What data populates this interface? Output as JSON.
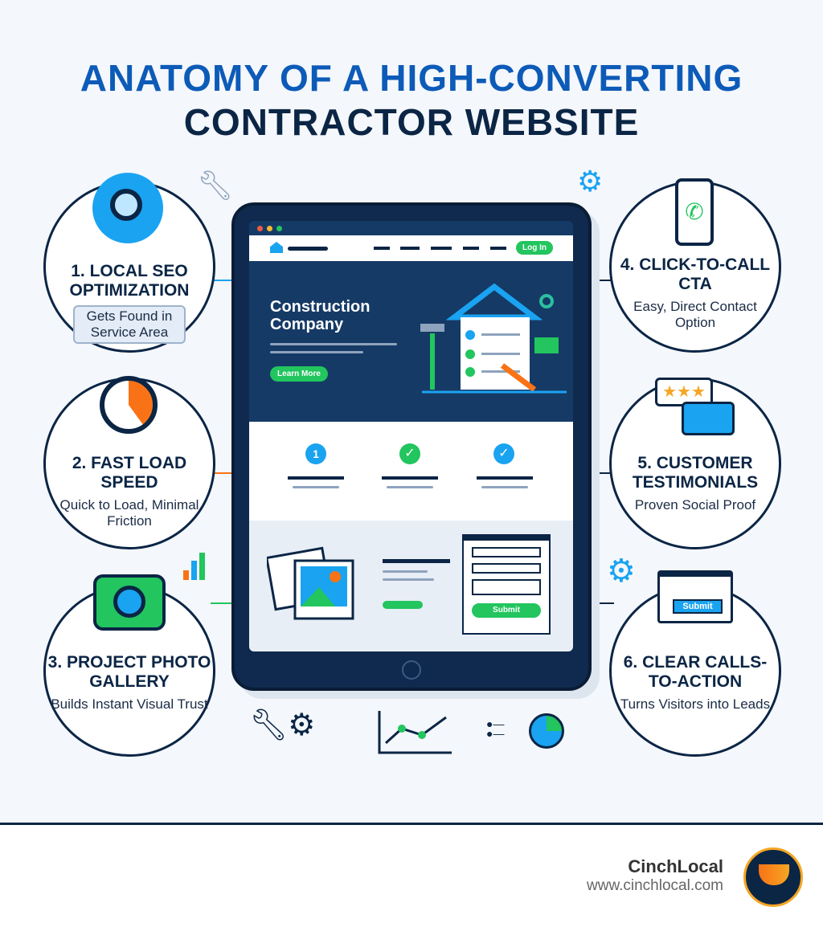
{
  "title": {
    "line1": "ANATOMY OF A HIGH-CONVERTING",
    "line2": "CONTRACTOR WEBSITE"
  },
  "features": [
    {
      "title": "1. LOCAL SEO OPTIMIZATION",
      "desc": "Gets Found in Service Area",
      "icon": "magnifier-icon"
    },
    {
      "title": "2. FAST LOAD SPEED",
      "desc": "Quick to Load, Minimal Friction",
      "icon": "stopwatch-icon"
    },
    {
      "title": "3. PROJECT PHOTO GALLERY",
      "desc": "Builds Instant Visual Trust",
      "icon": "camera-icon"
    },
    {
      "title": "4. CLICK-TO-CALL CTA",
      "desc": "Easy, Direct Contact Option",
      "icon": "phone-icon"
    },
    {
      "title": "5. CUSTOMER TESTIMONIALS",
      "desc": "Proven Social Proof",
      "icon": "chat-stars-icon"
    },
    {
      "title": "6. CLEAR CALLS-TO-ACTION",
      "desc": "Turns Visitors into Leads",
      "icon": "form-submit-icon"
    }
  ],
  "mockup": {
    "login": "Log In",
    "hero_title": "Construction Company",
    "learn_more": "Learn More",
    "step_number": "1",
    "submit": "Submit",
    "side_submit": "Submit"
  },
  "brand": {
    "name": "CinchLocal",
    "url": "www.cinchlocal.com"
  },
  "colors": {
    "navy": "#0b2545",
    "blue": "#0d5bb8",
    "green": "#22c55e",
    "orange": "#f97316"
  }
}
